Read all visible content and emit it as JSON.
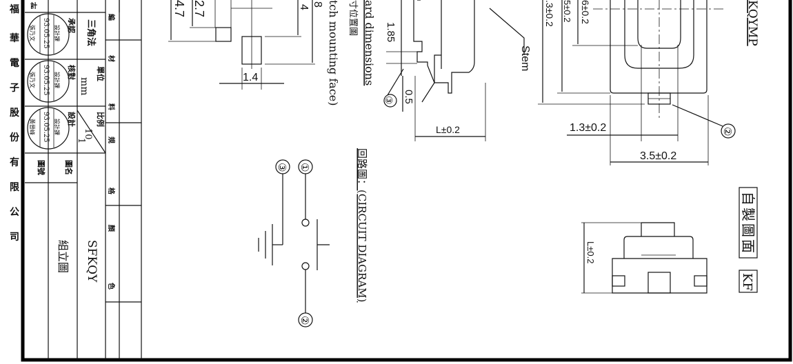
{
  "company": [
    "福",
    "華",
    "電",
    "子",
    "股",
    "份",
    "有",
    "限",
    "公",
    "司"
  ],
  "title_block": {
    "top_cut_label": "計",
    "approved_label": "承認",
    "checked_label": "核對",
    "designed_label": "設計",
    "projection": "三角法",
    "unit_label": "單位",
    "unit": "mm",
    "scale_label": "比例",
    "scale_num": "10",
    "scale_den": "1",
    "drawing_name_label": "圖名",
    "drawing_no_label": "圖號",
    "drawing_no": "SFKQY",
    "drawing_name": "組立圖",
    "column_labels": [
      "編",
      "材",
      "料",
      "規",
      "格",
      "顏",
      "色"
    ],
    "stamps": [
      {
        "dept": "設計課",
        "date": "93.05.25",
        "name": "張乃文"
      },
      {
        "dept": "設計課",
        "date": "93.05.25",
        "name": "張乃文"
      },
      {
        "dept": "設計課",
        "date": "93.05.25",
        "name": "黃晉峰"
      }
    ]
  },
  "footprint": {
    "dim_a": "4.7",
    "dim_b": "2.7",
    "dim_c": "1.4",
    "dim_d": "4",
    "dim_e": "8",
    "caption_cn": "寸位置圖",
    "caption_en": "tch mounting face)",
    "caption_std": "ard dimensions"
  },
  "side_view": {
    "dim_h": "1.85",
    "dim_t": "0.5",
    "callout_3": "③",
    "dim_l": "L±0.2",
    "stem_label": "Stem"
  },
  "top_view": {
    "dim_1": "6±0.2",
    "dim_2": "5±0.2",
    "dim_3": ".3±0.2",
    "dim_w1": "1.3±0.2",
    "dim_w2": "3.5±0.2",
    "callout_2": "②",
    "part_no": "KQYMP"
  },
  "circuit": {
    "title": "回路圖：(CIRCUIT DIAGRAM)",
    "pin1": "①",
    "pin2": "②",
    "pin3": "③"
  },
  "front_view": {
    "dim_l": "L±0.2"
  },
  "badges": {
    "self_made": "自製圖面",
    "mark": "KF"
  }
}
